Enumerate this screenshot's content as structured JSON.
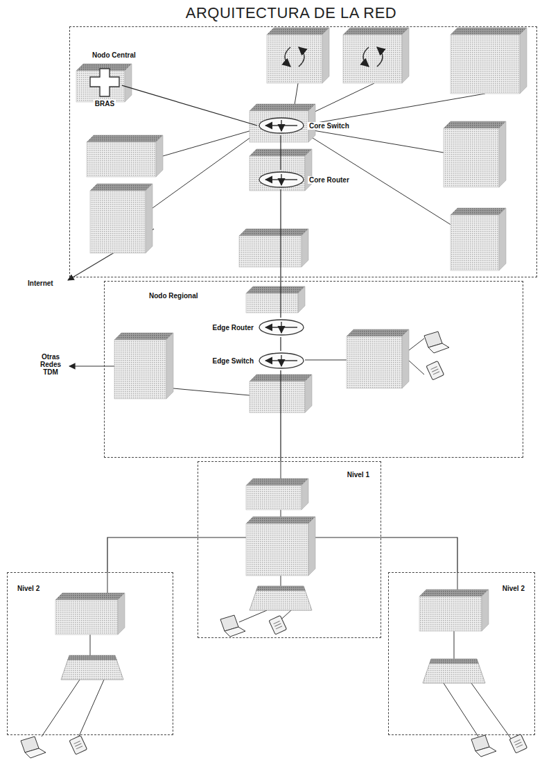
{
  "diagram": {
    "title": "ARQUITECTURA DE LA RED",
    "nodes": [
      {
        "text": [
          "Nodo Central"
        ]
      },
      {
        "text": [
          "BRAS"
        ],
        "in": 0
      },
      {
        "text": [
          "Core Switch"
        ],
        "in": 0
      },
      {
        "text": [
          "Core Router"
        ],
        "in": 0
      },
      {
        "text": [
          "Nodo Regional"
        ]
      },
      {
        "text": [
          "Edge Router"
        ],
        "in": 4
      },
      {
        "text": [
          "Edge Switch"
        ],
        "in": 4
      },
      {
        "text": [
          "Nivel 1"
        ]
      },
      {
        "text": [
          "Nivel 2"
        ]
      },
      {
        "text": [
          "Nivel 2"
        ]
      }
    ],
    "edges": [
      {
        "from": 1,
        "to": 2,
        "arrow": "none"
      },
      {
        "from": 2,
        "to": 3,
        "arrow": "none"
      },
      {
        "from": 3,
        "to": 5,
        "arrow": "none"
      },
      {
        "from": 5,
        "to": 6,
        "arrow": "none"
      },
      {
        "from": 6,
        "to": 7,
        "arrow": "none"
      },
      {
        "from": 7,
        "to": 8,
        "arrow": "none"
      },
      {
        "from": 7,
        "to": 9,
        "arrow": "none"
      }
    ],
    "labels": [
      "Internet",
      "Otras Redes TDM"
    ]
  }
}
